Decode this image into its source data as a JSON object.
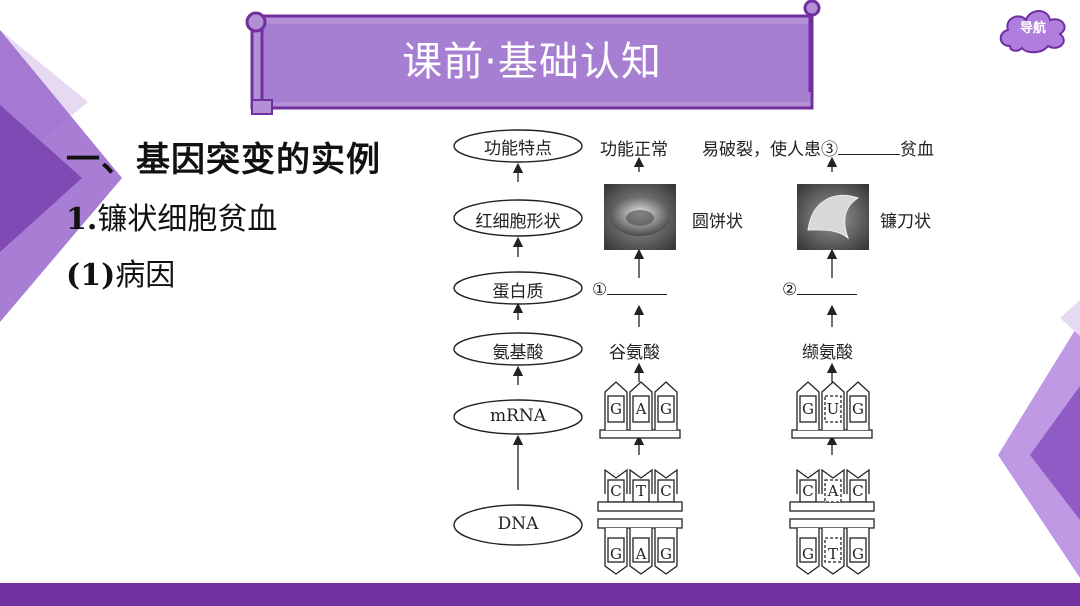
{
  "banner": {
    "title": "课前·基础认知"
  },
  "nav": {
    "label": "导航"
  },
  "content": {
    "heading": "一、基因突变的实例",
    "item1_num": "1.",
    "item1_text": "镰状细胞贫血",
    "item2_num": "(1)",
    "item2_text": "病因"
  },
  "diagram": {
    "levels": [
      "功能特点",
      "红细胞形状",
      "蛋白质",
      "氨基酸",
      "mRNA",
      "DNA"
    ],
    "normal": {
      "function": "功能正常",
      "shape": "圆饼状",
      "protein_marker": "①",
      "amino_acid": "谷氨酸",
      "mrna": [
        "G",
        "A",
        "G"
      ],
      "dna_top": [
        "C",
        "T",
        "C"
      ],
      "dna_bottom": [
        "G",
        "A",
        "G"
      ]
    },
    "mutant": {
      "function_prefix": "易破裂，使人患",
      "function_marker": "③",
      "function_suffix": "贫血",
      "shape": "镰刀状",
      "protein_marker": "②",
      "amino_acid": "缬氨酸",
      "mrna": [
        "G",
        "U",
        "G"
      ],
      "dna_top": [
        "C",
        "A",
        "C"
      ],
      "dna_bottom": [
        "G",
        "T",
        "G"
      ]
    }
  },
  "colors": {
    "accent": "#7030a0",
    "banner": "#b38fd6",
    "deco": "#c6a8e4"
  }
}
